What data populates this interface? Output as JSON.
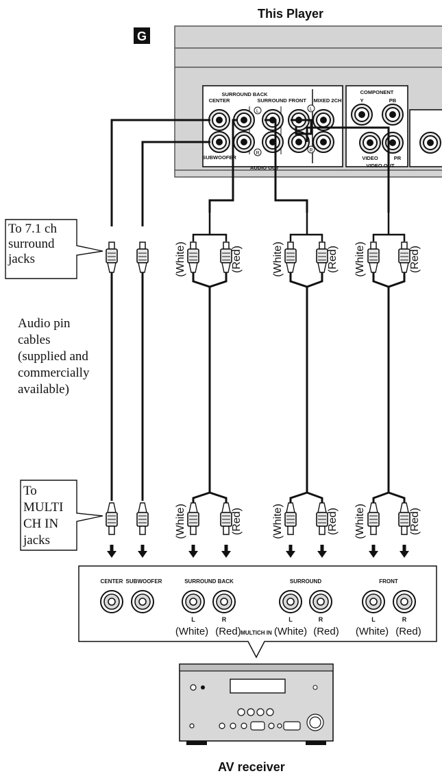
{
  "player_title": "This Player",
  "figure_badge": "G",
  "player_panel": {
    "audio_out": {
      "group_label": "AUDIO OUT",
      "jack_labels": [
        "CENTER",
        "SURROUND BACK",
        "SURROUND",
        "FRONT",
        "MIXED 2CH",
        "SUBWOOFER"
      ],
      "left_mark": "L",
      "right_mark": "R"
    },
    "component": {
      "group_label": "COMPONENT",
      "y_label": "Y",
      "pb_label": "PB",
      "pr_label": "PR",
      "video_label": "VIDEO",
      "video_out_label": "VIDEO OUT"
    }
  },
  "callouts": {
    "surround_jacks": [
      "To 7.1 ch",
      "surround",
      "jacks"
    ],
    "cables": [
      "Audio pin",
      "cables",
      "(supplied and",
      "commercially",
      "available)"
    ],
    "multich_jacks": [
      "To",
      "MULTI",
      "CH IN",
      "jacks"
    ]
  },
  "plug_labels": {
    "white": "(White)",
    "red": "(Red)"
  },
  "receiver_panel": {
    "jack_labels": [
      "CENTER",
      "SUBWOOFER",
      "SURROUND BACK",
      "SURROUND",
      "FRONT"
    ],
    "channel_l": "L",
    "channel_r": "R",
    "color_white": "(White)",
    "color_red": "(Red)",
    "panel_label": "MULTICH IN"
  },
  "receiver_title": "AV receiver"
}
